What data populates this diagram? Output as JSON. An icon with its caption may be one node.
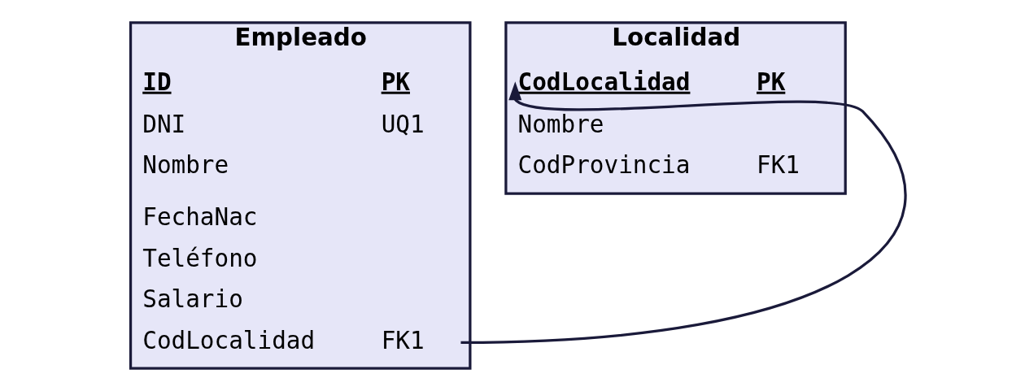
{
  "diagram": {
    "nodes": [
      {
        "text": [
          "Empleado"
        ]
      },
      {
        "text": [
          "ID",
          "PK"
        ],
        "in": 0
      },
      {
        "text": [
          "DNI",
          "UQ1"
        ],
        "in": 0
      },
      {
        "text": [
          "Nombre"
        ],
        "in": 0
      },
      {
        "text": [
          "FechaNac"
        ],
        "in": 0
      },
      {
        "text": [
          "Teléfono"
        ],
        "in": 0
      },
      {
        "text": [
          "Salario"
        ],
        "in": 0
      },
      {
        "text": [
          "CodLocalidad",
          "FK1"
        ],
        "in": 0
      },
      {
        "text": [
          "Localidad"
        ]
      },
      {
        "text": [
          "CodLocalidad",
          "PK"
        ],
        "in": 8
      },
      {
        "text": [
          "Nombre"
        ],
        "in": 8
      },
      {
        "text": [
          "CodProvincia",
          "FK1"
        ],
        "in": 8
      }
    ],
    "edges": [
      {
        "from": 7,
        "to": 9,
        "arrow": "to"
      }
    ]
  }
}
